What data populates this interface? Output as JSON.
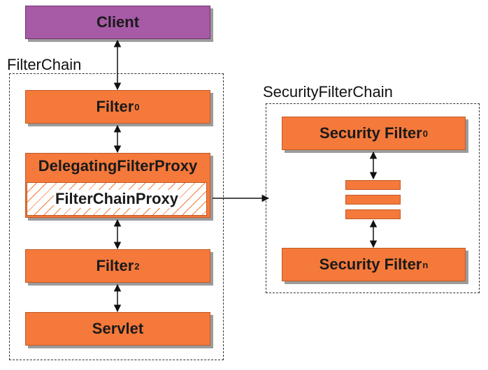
{
  "client": {
    "label": "Client"
  },
  "filter_chain": {
    "title": "FilterChain",
    "filter0": {
      "label": "Filter",
      "sub": "0"
    },
    "delegating_proxy": {
      "label": "DelegatingFilterProxy"
    },
    "filter_chain_proxy": {
      "label": "FilterChainProxy"
    },
    "filter2": {
      "label": "Filter",
      "sub": "2"
    },
    "servlet": {
      "label": "Servlet"
    }
  },
  "security_filter_chain": {
    "title": "SecurityFilterChain",
    "security_filter0": {
      "label": "Security Filter",
      "sub": "0"
    },
    "security_filtern": {
      "label": "Security Filter",
      "sub": "n"
    }
  },
  "colors": {
    "filter": "#f5793b",
    "client": "#a75aa6"
  }
}
